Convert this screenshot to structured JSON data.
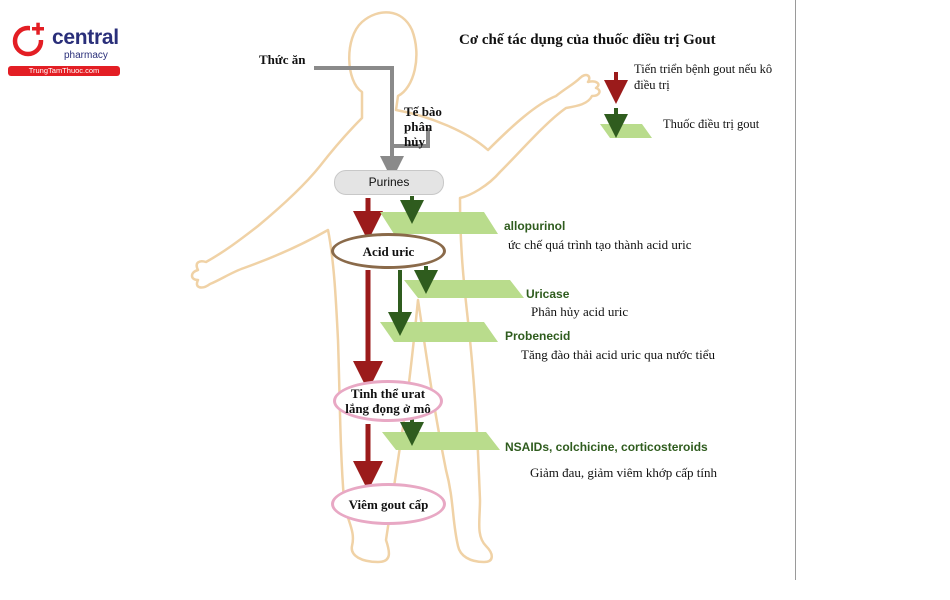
{
  "title": "Cơ chế tác dụng của thuốc điều trị Gout",
  "logo": {
    "name": "central",
    "sub": "pharmacy",
    "site": "TrungTamThuoc.com"
  },
  "legend": {
    "untreated": "Tiến triển bệnh gout nếu kô điều trị",
    "treatment": "Thuốc điều trị gout"
  },
  "sources": {
    "food": "Thức ăn",
    "cell": "Tế bào phân hủy"
  },
  "nodes": {
    "purines": "Purines",
    "uric": "Acid uric",
    "urate": "Tinh thể urat lắng đọng ở mô",
    "gout": "Viêm gout cấp"
  },
  "drugs": [
    {
      "name": "allopurinol",
      "desc": "ức chế quá trình tạo thành acid uric"
    },
    {
      "name": "Uricase",
      "desc": "Phân hủy acid uric"
    },
    {
      "name": "Probenecid",
      "desc": "Tăng đào thải acid uric qua nước tiểu"
    },
    {
      "name": "NSAIDs, colchicine, corticosteroids",
      "desc": "Giảm đau, giảm viêm khớp cấp tính"
    }
  ],
  "colors": {
    "red_arrow": "#9b1b1b",
    "green_arrow": "#2f5c1e",
    "plate": "#b9dc8c",
    "body_outline": "#f0d2a6",
    "uric_border": "#8a6a4a",
    "pink_border": "#e8a8c4",
    "gray_line": "#8a8a8a"
  }
}
